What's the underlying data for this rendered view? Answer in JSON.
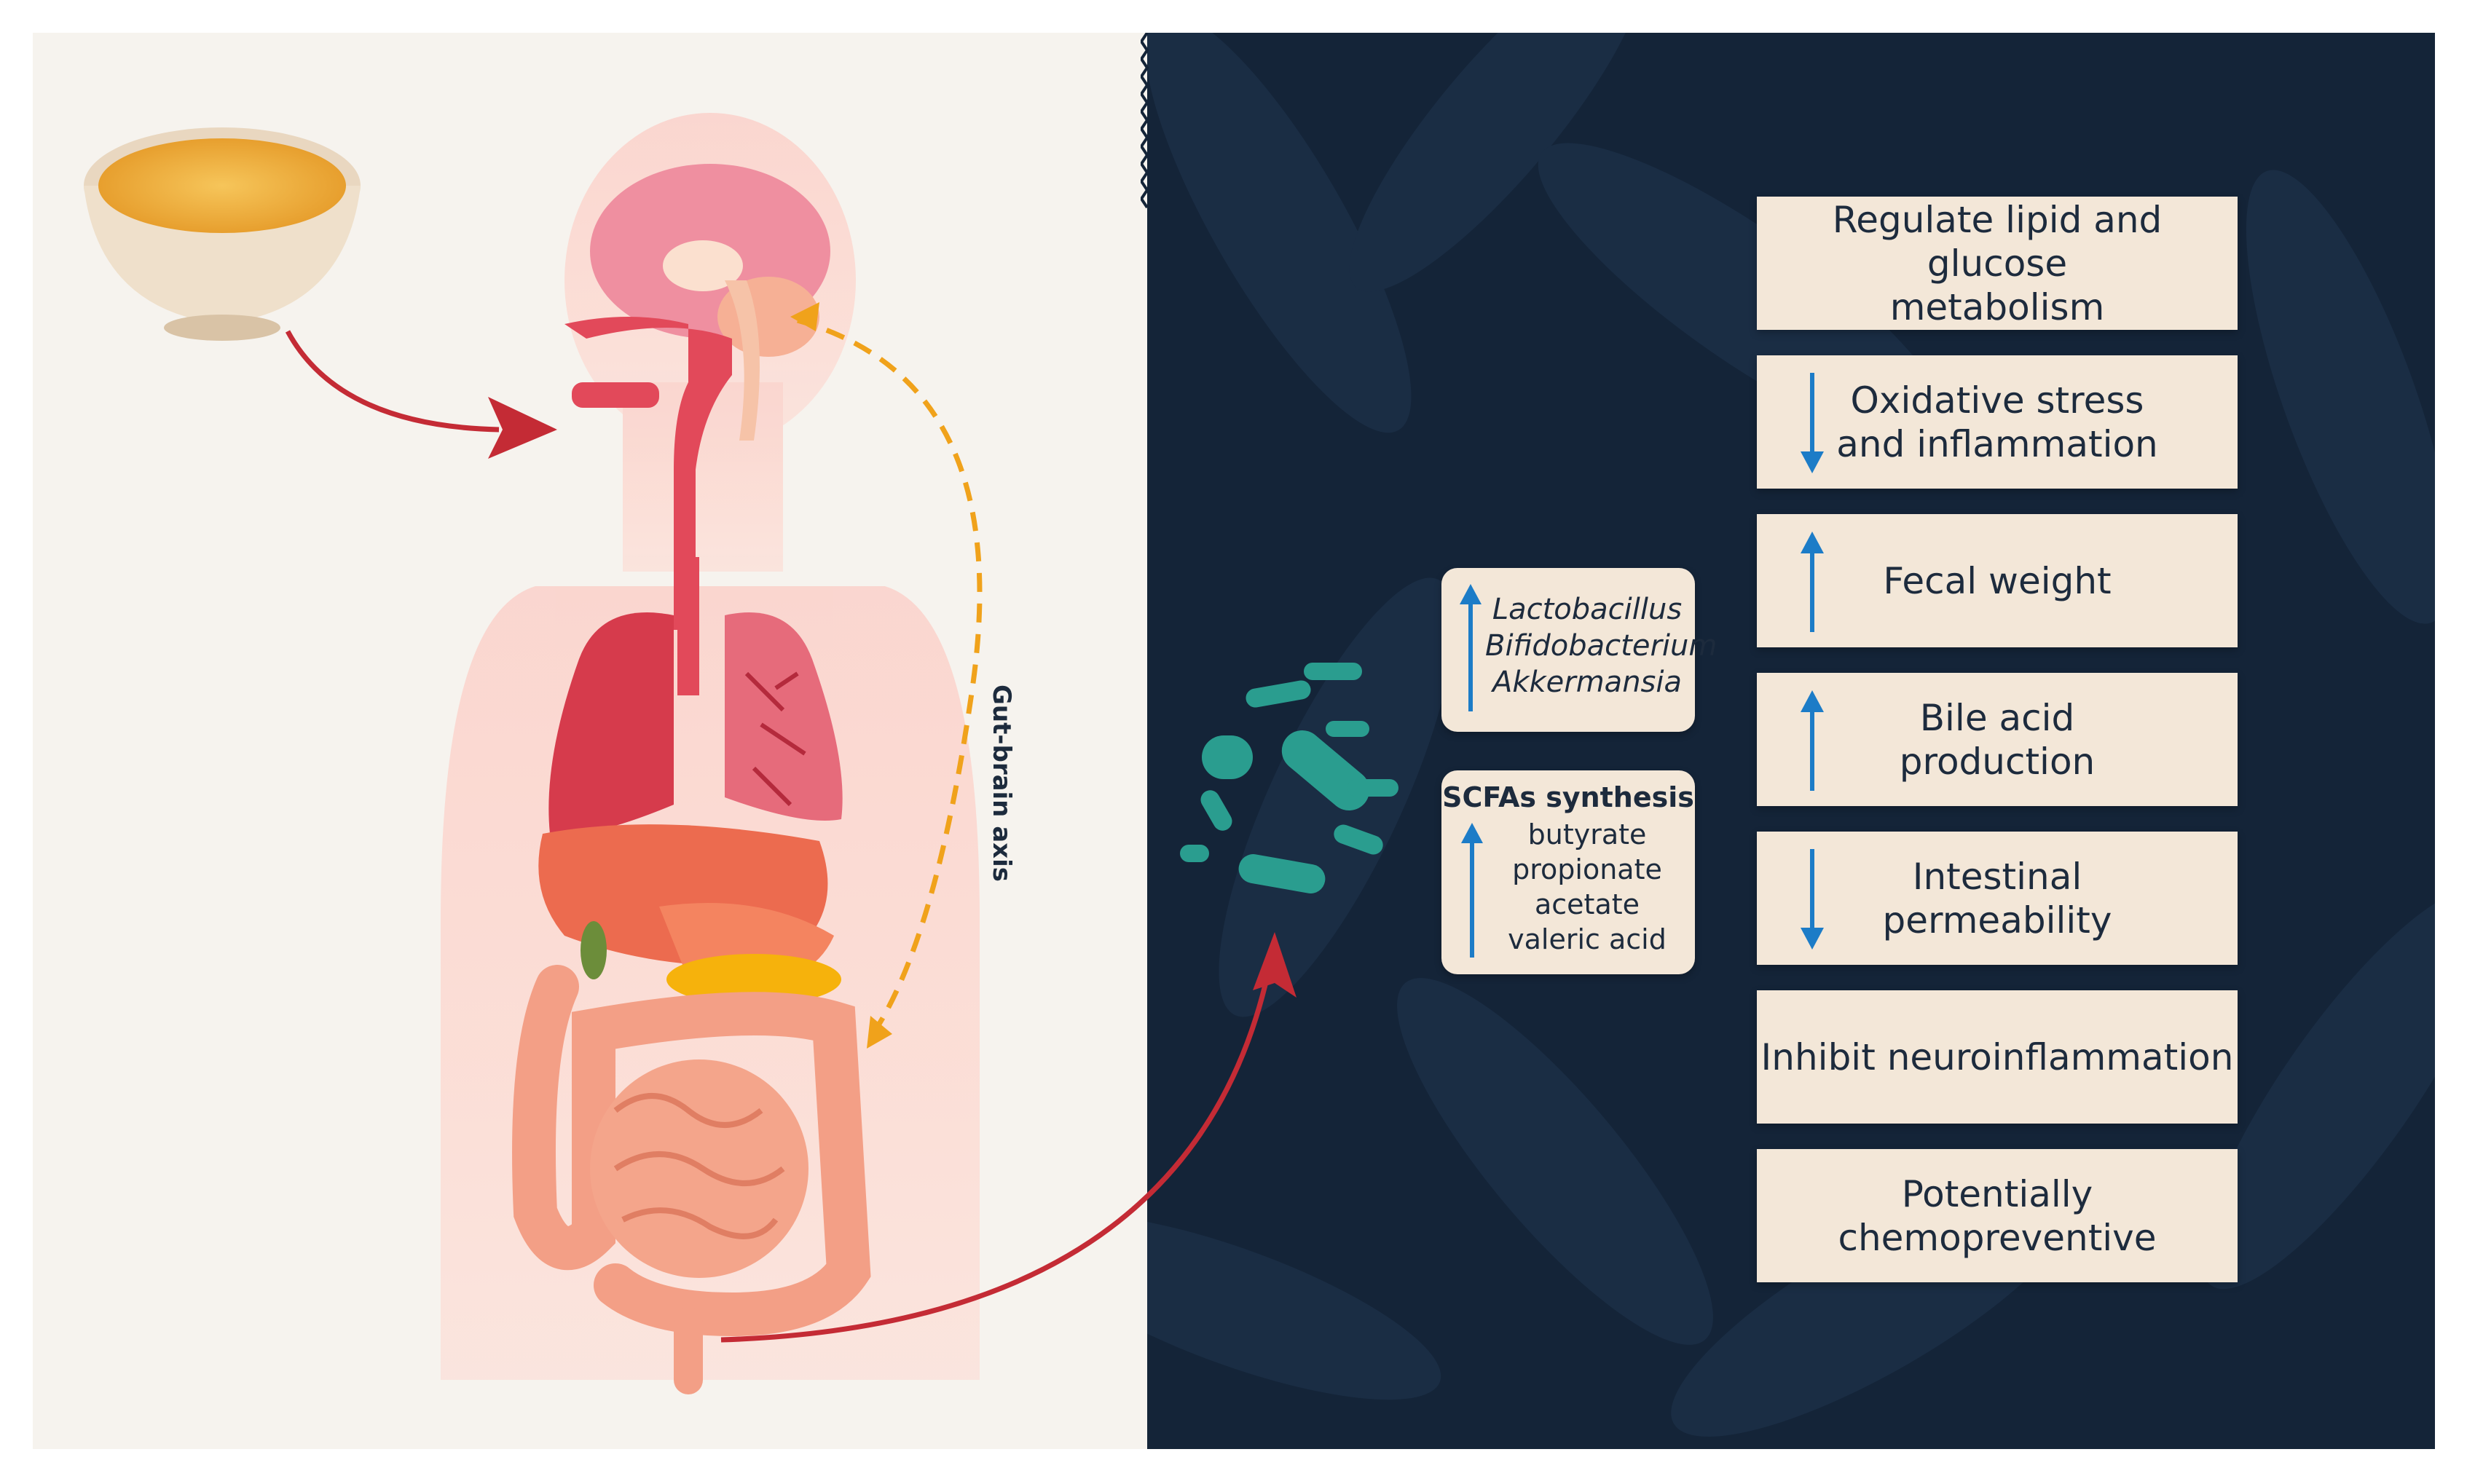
{
  "left": {
    "axis_label": "Gut-brain axis",
    "colors": {
      "background": "#f6f3ee",
      "flow_arrow": "#c42b35",
      "axis_arrow": "#f0a21b",
      "organs": "#e2495a"
    }
  },
  "microbiota": {
    "increased": [
      "Lactobacillus",
      "Bifidobacterium",
      "Akkermansia"
    ],
    "scfa_title": "SCFAs synthesis",
    "scfa": [
      "butyrate",
      "propionate",
      "acetate",
      "valeric acid"
    ],
    "arrow_color": "#1c7cc7",
    "bacteria_color": "#2a9d8f"
  },
  "effects": [
    {
      "label": "Regulate lipid and glucose\nmetabolism",
      "direction": "none"
    },
    {
      "label": "Oxidative stress\nand inflammation",
      "direction": "down"
    },
    {
      "label": "Fecal weight",
      "direction": "up"
    },
    {
      "label": "Bile acid\nproduction",
      "direction": "up"
    },
    {
      "label": "Intestinal\npermeability",
      "direction": "down"
    },
    {
      "label": "Inhibit neuroinflammation",
      "direction": "none"
    },
    {
      "label": "Potentially chemopreventive",
      "direction": "none"
    }
  ],
  "right": {
    "background": "#142438",
    "box_color": "#f3e7d8"
  }
}
